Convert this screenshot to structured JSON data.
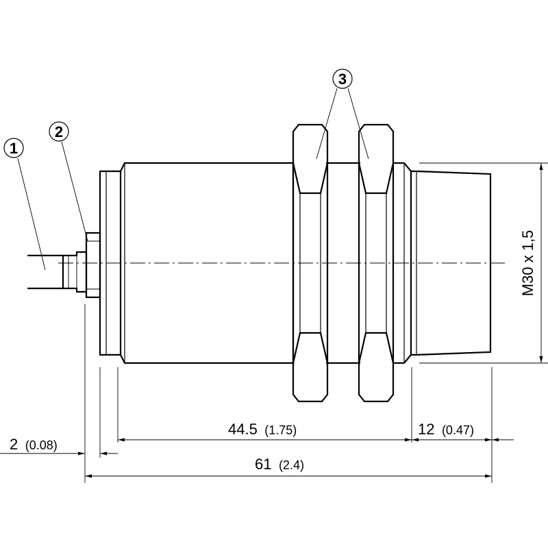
{
  "callouts": {
    "c1": "1",
    "c2": "2",
    "c3": "3"
  },
  "dimensions": {
    "d_2": {
      "value": "2",
      "inch": "(0.08)"
    },
    "d_44": {
      "value": "44.5",
      "inch": "(1.75)"
    },
    "d_12": {
      "value": "12",
      "inch": "(0.47)"
    },
    "d_61": {
      "value": "61",
      "inch": "(2.4)"
    }
  },
  "thread_label": "M30 x 1,5",
  "colors": {
    "line": "#000000",
    "background": "#ffffff"
  }
}
